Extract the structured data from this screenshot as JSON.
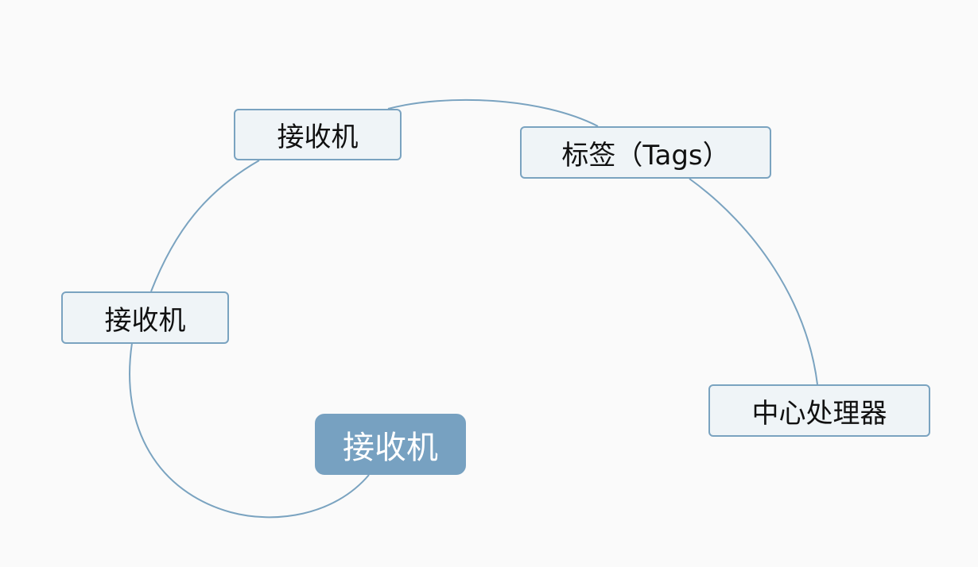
{
  "diagram": {
    "nodes": {
      "receiver_main": "接收机",
      "receiver_left": "接收机",
      "receiver_top": "接收机",
      "tags": "标签（Tags）",
      "cpu": "中心处理器"
    },
    "connections": [
      [
        "receiver_main",
        "receiver_left"
      ],
      [
        "receiver_left",
        "receiver_top"
      ],
      [
        "receiver_top",
        "tags"
      ],
      [
        "tags",
        "cpu"
      ]
    ],
    "colors": {
      "background": "#fafafa",
      "node_fill": "#eff4f7",
      "node_border": "#7aa3c0",
      "central_fill": "#77a1c1",
      "central_text": "#ffffff",
      "connector": "#7aa3c0"
    }
  }
}
